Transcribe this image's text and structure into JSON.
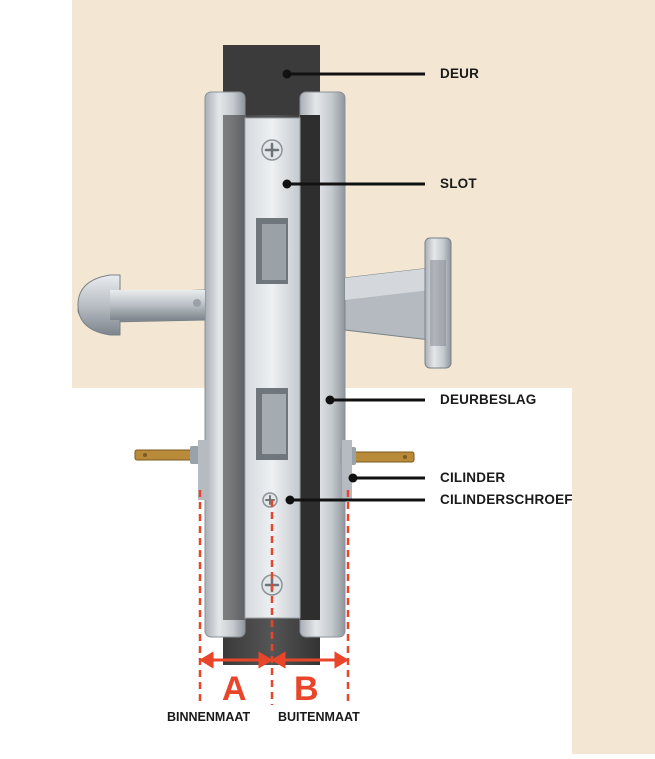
{
  "colors": {
    "wall": "#f3e7d3",
    "door": "#4a4a4a",
    "door_dark": "#2f2f2f",
    "steel": "#c9ced3",
    "steel_dark": "#9aa1a8",
    "accent": "#e8452a",
    "text": "#1a1a1a"
  },
  "callouts": {
    "deur": "DEUR",
    "slot": "SLOT",
    "deurbeslag": "DEURBESLAG",
    "cilinder": "CILINDER",
    "cilinderschroef": "CILINDERSCHROEF"
  },
  "dimensions": {
    "a": {
      "letter": "A",
      "label": "BINNENMAAT"
    },
    "b": {
      "letter": "B",
      "label": "BUITENMAAT"
    }
  }
}
